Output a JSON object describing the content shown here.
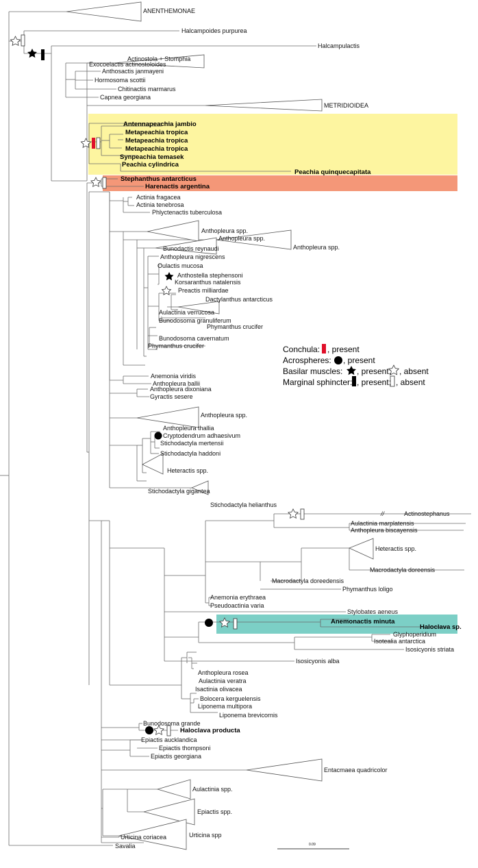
{
  "taxa": {
    "anenthemonae": "ANENTHEMONAE",
    "halcampoides": "Halcampoides purpurea",
    "halcampulactis": "Halcampulactis",
    "actinostola": "Actinostola + Stomphia",
    "exocoelactis": "Exocoelactis actinostoloides",
    "anthosactis": "Anthosactis janmayeni",
    "hormosoma": "Hormosoma scottii",
    "chitinactis": "Chitinactis marmarus",
    "capnea": "Capnea georgiana",
    "metridioidea": "METRIDIOIDEA",
    "antennapeachia": "Antennapeachia jambio",
    "metapeachia1": "Metapeachia tropica",
    "metapeachia2": "Metapeachia tropica",
    "metapeachia3": "Metapeachia tropica",
    "synpeachia": "Synpeachia temasek",
    "peachia_cyl": "Peachia cylindrica",
    "peachia_quin": "Peachia quinquecapitata",
    "stephanthus": "Stephanthus antarcticus",
    "harenactis": "Harenactis argentina",
    "actinia_frag": "Actinia fragacea",
    "actinia_ten": "Actinia tenebrosa",
    "phlyctenactis": "Phlyctenactis tuberculosa",
    "anthopleura_spp1": "Anthopleura spp.",
    "anthopleura_spp2": "Anthopleura spp.",
    "anthopleura_spp3": "Anthopleura spp.",
    "bunodactis": "Bunodactis reynaudi",
    "anthopleura_nig": "Anthopleura nigrescens",
    "oulactis": "Oulactis mucosa",
    "anthostella": "Anthostella stephensoni",
    "korsaranthus": "Korsaranthus natalensis",
    "preactis": "Preactis milliardae",
    "dactylanthus": "Dactylanthus antarcticus",
    "aulactinia_verr": "Aulactinia verrucosa",
    "bunodosoma_gran": "Bunodosoma granuliferum",
    "phymanthus_cruc1": "Phymanthus crucifer",
    "bunodosoma_cav": "Bunodosoma cavernatum",
    "phymanthus_cruc2": "Phymanthus crucifer",
    "anemonia_viridis": "Anemonia viridis",
    "anthopleura_ballii": "Anthopleura ballii",
    "anthopleura_dix": "Anthopleura dixoniana",
    "gyractis": "Gyractis sesere",
    "anthopleura_spp4": "Anthopleura spp.",
    "anthopleura_thallia": "Anthopleura thallia",
    "cryptodendrum": "Cryptodendrum adhaesivum",
    "stichodactyla_mert": "Stichodactyla mertensii",
    "stichodactyla_hadd": "Stichodactyla haddoni",
    "heteractis_spp1": "Heteractis spp.",
    "stichodactyla_gig": "Stichodactyla gigantea",
    "stichodactyla_hel": "Stichodactyla helianthus",
    "actinostephanus": "Actinostephanus",
    "aulactinia_marp": "Aulactinia marplatensis",
    "anthopleura_bisc": "Anthopleura biscayensis",
    "heteractis_spp2": "Heteractis spp.",
    "macrodactyla_dor1": "Macrodactyla doreensis",
    "macrodactyla_dor2": "Macrodactyla doreedensis",
    "phymanthus_loligo": "Phymanthus loligo",
    "anemonia_eryth": "Anemonia erythraea",
    "pseudoactinia": "Pseudoactinia varia",
    "stylobates": "Stylobates aeneus",
    "anemonactis": "Anemonactis minuta",
    "haloclava_sp": "Haloclava sp.",
    "glyphoperidium": "Glyphoperidium",
    "isotealia": "Isotealia antarctica",
    "isosicyonis_str": "Isosicyonis striata",
    "isosicyonis_alba": "Isosicyonis alba",
    "anthopleura_rosea": "Anthopleura rosea",
    "aulactinia_veratra": "Aulactinia veratra",
    "isactinia": "Isactinia olivacea",
    "bolocera": "Bolocera kerguelensis",
    "liponema_mult": "Liponema multipora",
    "liponema_brev": "Liponema brevicornis",
    "bunodosoma_grande": "Bunodosoma grande",
    "haloclava_producta": "Haloclava producta",
    "epiactis_auck": "Epiactis aucklandica",
    "epiactis_thomp": "Epiactis thompsoni",
    "epiactis_georg": "Epiactis georgiana",
    "entacmaea": "Entacmaea quadricolor",
    "aulactinia_spp": "Aulactinia spp.",
    "epiactis_spp": "Epiactis spp.",
    "urticina_spp": "Urticina spp",
    "urticina_cor": "Urticina coriacea",
    "savalia": "Savalia"
  },
  "legend": {
    "conchula": "Conchula:",
    "conchula_suffix": ", present",
    "acrospheres": "Acrospheres:",
    "acrospheres_suffix": ", present",
    "basilar": "Basilar muscles:",
    "basilar_mid": ", present;",
    "basilar_suffix": ", absent",
    "sphincter": "Marginal sphincter:",
    "sphincter_mid": ", present;",
    "sphincter_suffix": ", absent"
  },
  "scale_bar": {
    "label": "0.09"
  },
  "break_mark": "//",
  "colors": {
    "highlight_yellow": "#fdf5a0",
    "highlight_orange": "#f49778",
    "highlight_teal": "#7ccfc6",
    "conchula_red": "#e0102a",
    "branch": "#6a6a6a"
  }
}
